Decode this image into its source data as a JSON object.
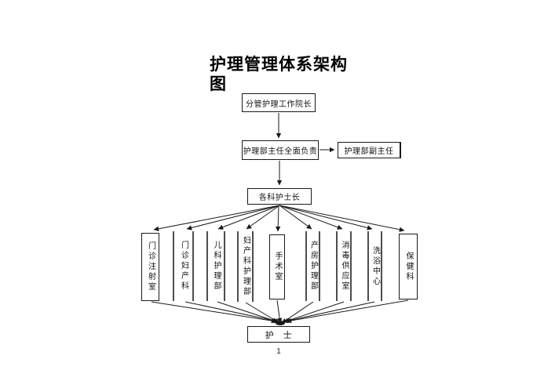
{
  "page": {
    "title": "护理管理体系架构\n图",
    "page_number": "1"
  },
  "nodes": {
    "dean": "分管护理工作院长",
    "director": "护理部主任全面负责",
    "deputy_director": "护理部副主任",
    "head_nurses": "各科护士长",
    "nurse": "护　士"
  },
  "departments": [
    {
      "label": "门诊注射室"
    },
    {
      "label": "门诊妇产科"
    },
    {
      "label": "儿科护理部"
    },
    {
      "label": "妇产科护理部"
    },
    {
      "label": "手术室"
    },
    {
      "label": "产房护理部"
    },
    {
      "label": "消毒供应室"
    },
    {
      "label": "洗浴中心"
    },
    {
      "label": "保健科"
    }
  ],
  "colors": {
    "line": "#1a1a1a",
    "text": "#111111",
    "background": "#ffffff"
  }
}
